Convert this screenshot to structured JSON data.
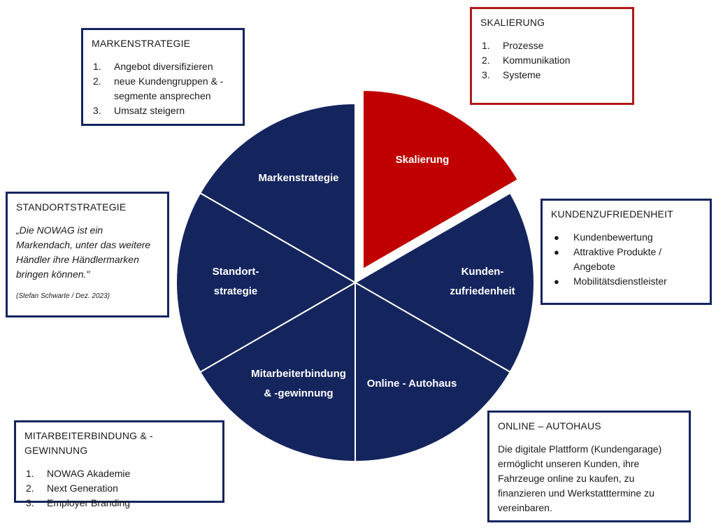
{
  "wheel": {
    "colors": {
      "primary": "#14255e",
      "accent": "#c00000",
      "divider": "#ffffff"
    },
    "segments": [
      {
        "id": "skalierung",
        "lines": [
          "Skalierung"
        ],
        "highlight": true
      },
      {
        "id": "kundenzufriedenheit",
        "lines": [
          "Kunden-",
          "zufriedenheit"
        ],
        "highlight": false
      },
      {
        "id": "online-autohaus",
        "lines": [
          "Online - Autohaus"
        ],
        "highlight": false
      },
      {
        "id": "mitarbeiterbindung",
        "lines": [
          "Mitarbeiterbindung",
          "& -gewinnung"
        ],
        "highlight": false
      },
      {
        "id": "standortstrategie",
        "lines": [
          "Standort-",
          "strategie"
        ],
        "highlight": false
      },
      {
        "id": "markenstrategie",
        "lines": [
          "Markenstrategie"
        ],
        "highlight": false
      }
    ]
  },
  "boxes": {
    "markenstrategie": {
      "title": "MARKENSTRATEGIE",
      "items": [
        {
          "num": "1.",
          "text": "Angebot diversifizieren"
        },
        {
          "num": "2.",
          "text": "neue Kundengruppen & -"
        },
        {
          "num": "",
          "text": "segmente ansprechen"
        },
        {
          "num": "3.",
          "text": "Umsatz steigern"
        }
      ]
    },
    "skalierung": {
      "title": "SKALIERUNG",
      "items": [
        {
          "num": "1.",
          "text": "Prozesse"
        },
        {
          "num": "2.",
          "text": "Kommunikation"
        },
        {
          "num": "3.",
          "text": "Systeme"
        }
      ]
    },
    "standortstrategie": {
      "title": "STANDORTSTRATEGIE",
      "quote": "„Die NOWAG ist ein Markendach, unter das weitere Händler ihre Händlermarken bringen können.\"",
      "source": "(Stefan Schwarte / Dez. 2023)"
    },
    "kundenzufriedenheit": {
      "title": "KUNDENZUFRIEDENHEIT",
      "items": [
        {
          "bullet": "●",
          "text": "Kundenbewertung"
        },
        {
          "bullet": "●",
          "text": "Attraktive Produkte /"
        },
        {
          "bullet": "",
          "text": "Angebote"
        },
        {
          "bullet": "●",
          "text": "Mobilitätsdienstleister"
        }
      ]
    },
    "mitarbeiterbindung": {
      "title": "MITARBEITERBINDUNG & -GEWINNUNG",
      "items": [
        {
          "num": "1.",
          "text": "NOWAG Akademie"
        },
        {
          "num": "2.",
          "text": "Next Generation"
        },
        {
          "num": "3.",
          "text": "Employer Branding"
        }
      ]
    },
    "online": {
      "title": "ONLINE – AUTOHAUS",
      "text": "Die digitale Plattform (Kundengarage) ermöglicht unseren Kunden, ihre Fahrzeuge online zu kaufen, zu finanzieren und Werkstatttermine zu vereinbaren."
    }
  }
}
